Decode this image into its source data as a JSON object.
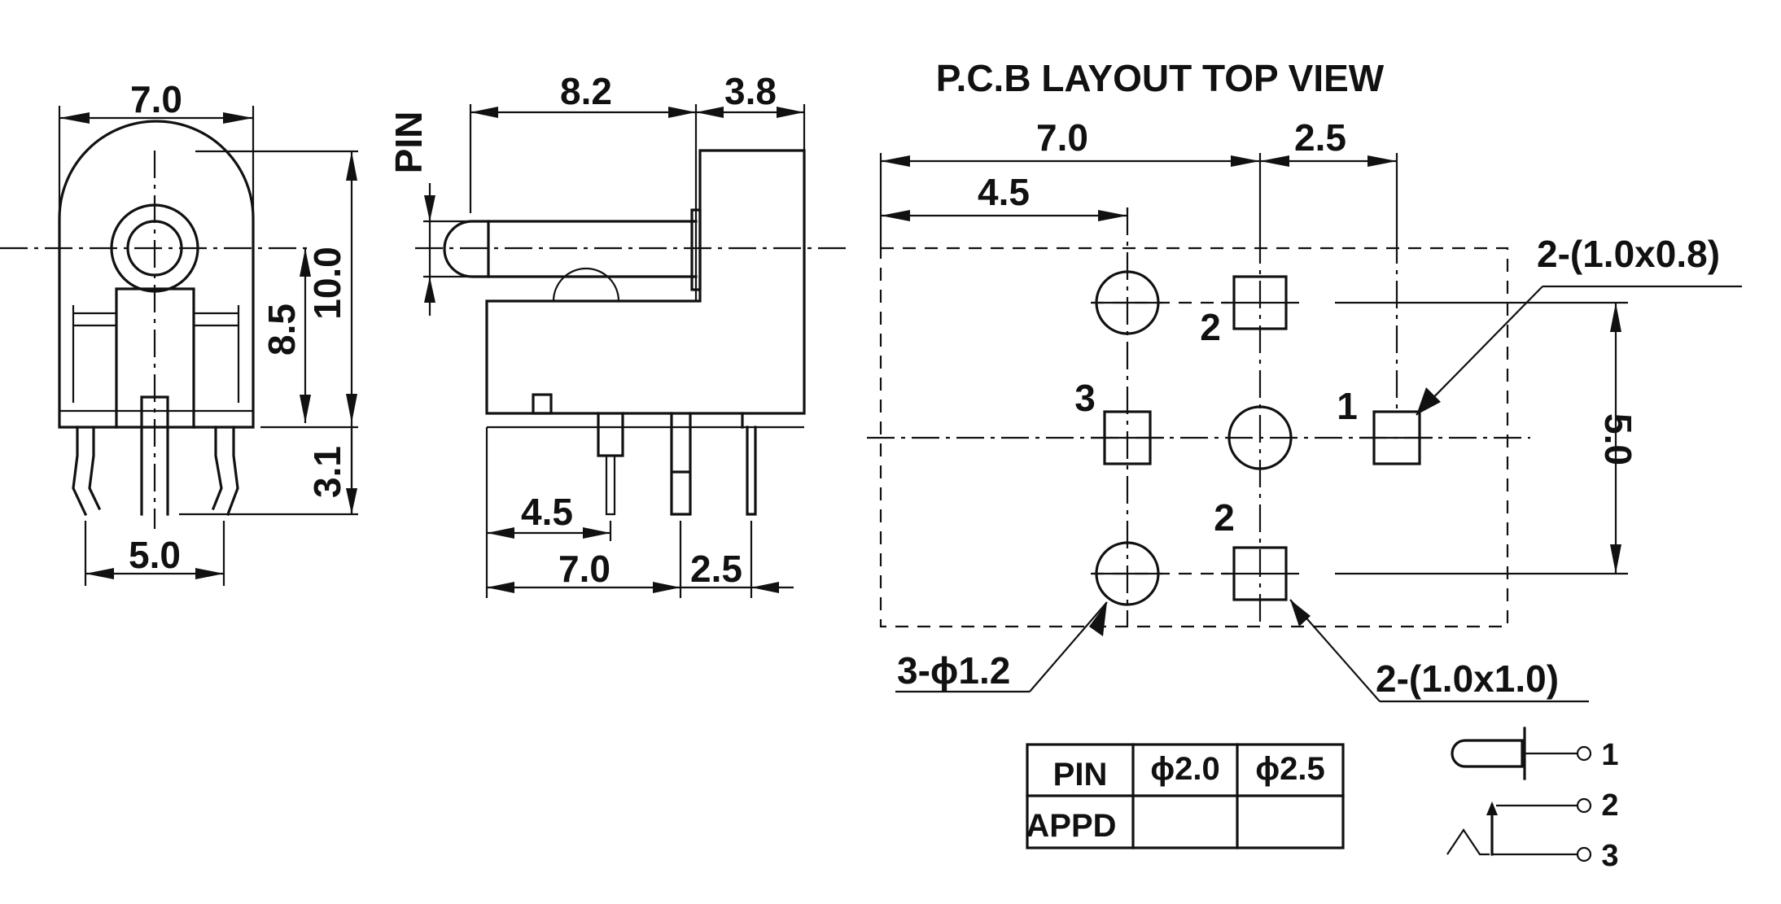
{
  "title": "P.C.B LAYOUT  TOP VIEW",
  "front_view": {
    "width_dim": "7.0",
    "height_dim": "10.0",
    "center_height_dim": "8.5",
    "pin_length_dim": "3.1",
    "pin_spacing_dim": "5.0"
  },
  "side_view": {
    "pin_label": "PIN",
    "body_length_dim": "8.2",
    "front_length_dim": "3.8",
    "pin3_offset_dim": "4.5",
    "pin2_offset_dim": "7.0",
    "pin1_offset_dim": "2.5"
  },
  "pcb_layout": {
    "dim_total": "7.0",
    "dim_right": "2.5",
    "dim_inner": "4.5",
    "dim_vertical": "5.0",
    "pin_labels": {
      "pin1": "1",
      "pin2_top": "2",
      "pin2_bottom": "2",
      "pin3": "3"
    },
    "callout_rect_pad": "2-(1.0x0.8)",
    "callout_round_holes": "3-ϕ1.2",
    "callout_square_pads": "2-(1.0x1.0)"
  },
  "pin_table": {
    "headers": [
      "PIN",
      "ϕ2.0",
      "ϕ2.5"
    ],
    "row_label": "APPD",
    "row_values": [
      "",
      ""
    ]
  },
  "schematic": {
    "labels": [
      "1",
      "2",
      "3"
    ]
  }
}
